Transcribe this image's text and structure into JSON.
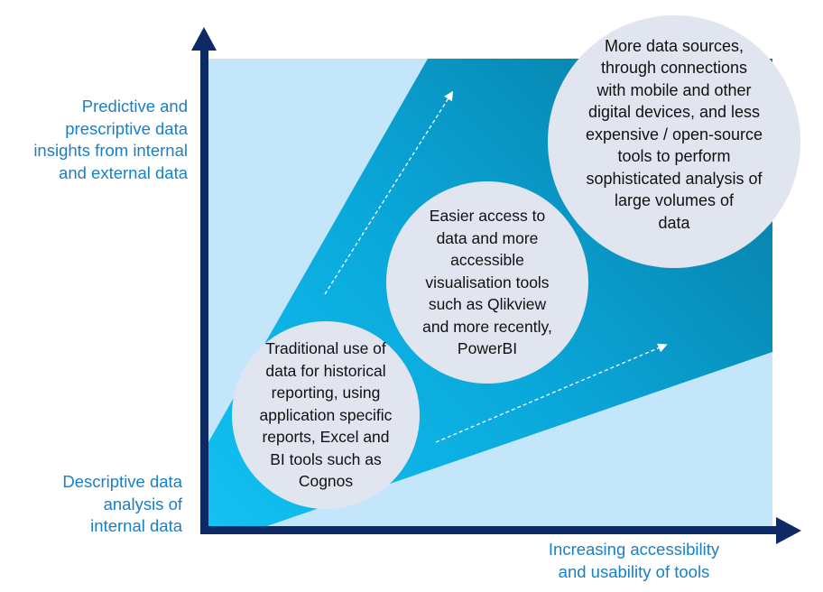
{
  "axes": {
    "y_top_label": [
      "Predictive and",
      "prescriptive data",
      "insights from internal",
      "and external data"
    ],
    "y_bottom_label": [
      "Descriptive data",
      "analysis of",
      "internal data"
    ],
    "x_label": [
      "Increasing accessibility",
      "and usability of tools"
    ]
  },
  "stages": [
    {
      "text": [
        "Traditional use of",
        "data for historical",
        "reporting, using",
        "application specific",
        "reports, Excel and",
        "BI tools such as",
        "Cognos"
      ]
    },
    {
      "text": [
        "Easier access to",
        "data and more",
        "accessible",
        "visualisation tools",
        "such as Qlikview",
        "and more recently,",
        "PowerBI"
      ]
    },
    {
      "text": [
        "More data sources,",
        "through connections",
        "with mobile and other",
        "digital devices, and less",
        "expensive / open-source",
        "tools to perform",
        "sophisticated analysis of",
        "large volumes of",
        "data"
      ]
    }
  ],
  "colors": {
    "axis": "#0e2a66",
    "background": "#c4e6fb",
    "wedge_start": "#12c1f2",
    "wedge_end": "#0780a8",
    "circle": "#e1e5ef",
    "label": "#1a7fc4"
  }
}
